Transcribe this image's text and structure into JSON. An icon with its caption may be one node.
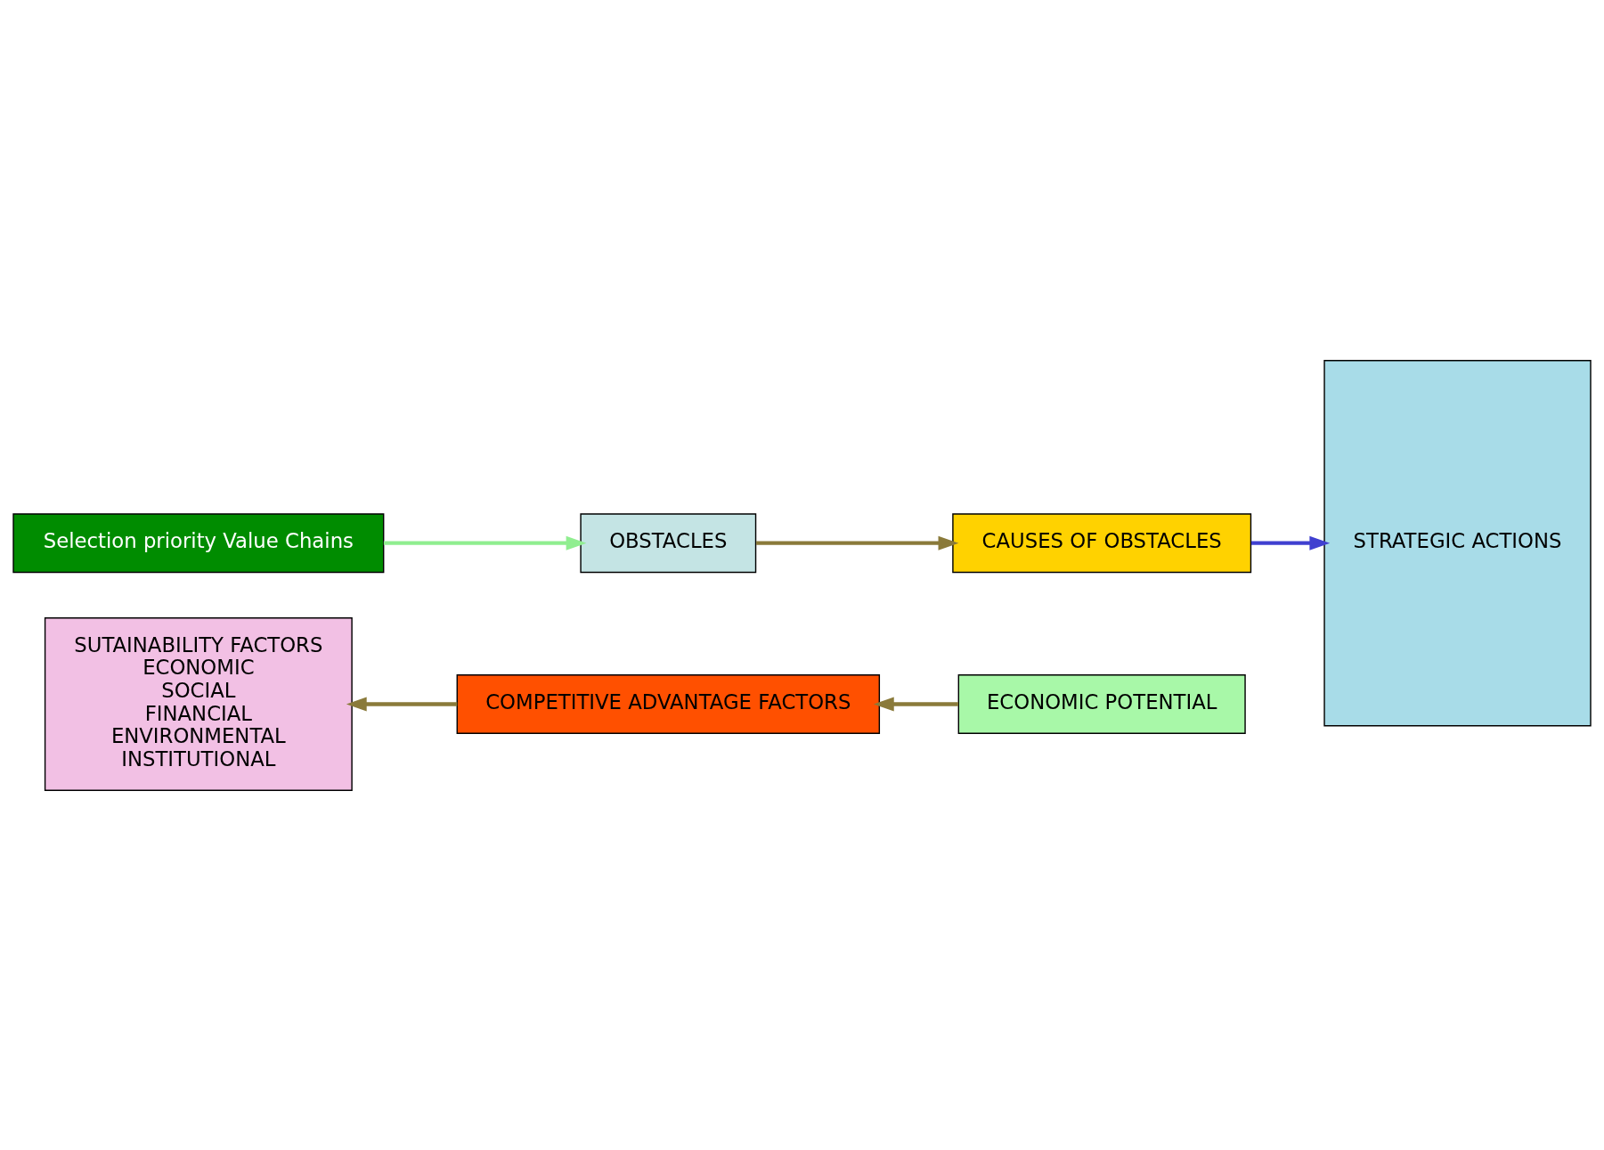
{
  "diagram": {
    "nodes": [
      {
        "text": [
          "SUTAINABILITY FACTORS",
          "ECONOMIC",
          "SOCIAL",
          "FINANCIAL",
          "ENVIRONMENTAL",
          "INSTITUTIONAL"
        ]
      },
      {
        "text": [
          "COMPETITIVE ADVANTAGE FACTORS"
        ]
      },
      {
        "text": [
          "ECONOMIC POTENTIAL"
        ]
      },
      {
        "text": [
          "STRATEGIC ACTIONS"
        ]
      },
      {
        "text": [
          "Selection priority Value Chains"
        ]
      },
      {
        "text": [
          "OBSTACLES"
        ]
      },
      {
        "text": [
          "CAUSES OF OBSTACLES"
        ]
      }
    ],
    "edges": [
      {
        "from": 1,
        "to": 0,
        "arrow": "to"
      },
      {
        "from": 2,
        "to": 1,
        "arrow": "to"
      },
      {
        "from": 4,
        "to": 5,
        "arrow": "to",
        "color": "#90ee90"
      },
      {
        "from": 5,
        "to": 6,
        "arrow": "to"
      },
      {
        "from": 6,
        "to": 3,
        "arrow": "to",
        "color": "#4040d0"
      }
    ]
  }
}
